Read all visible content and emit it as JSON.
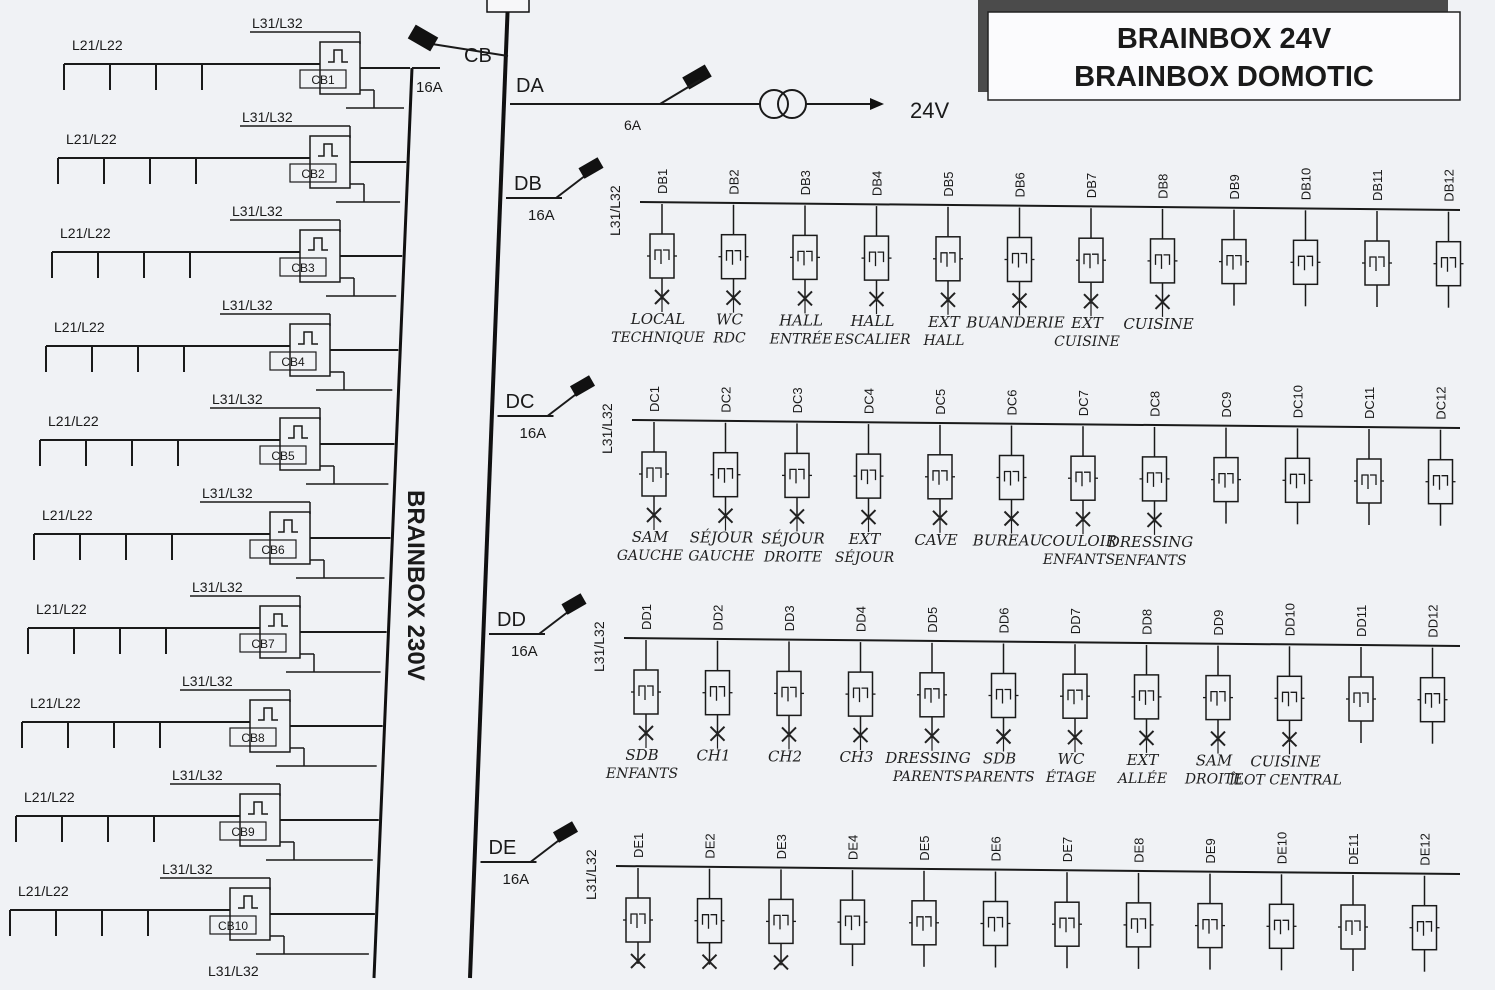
{
  "title_block": {
    "line1": "BRAINBOX 24V",
    "line2": "BRAINBOX DOMOTIC"
  },
  "panel_230v": {
    "label": "BRAINBOX 230V",
    "main_breaker": "CB",
    "main_rating": "16A",
    "bus_label_top": "L31/L32",
    "bus_label_left": "L21/L22",
    "bottom_label": "L31/L32",
    "breakers": [
      "CB1",
      "CB2",
      "CB3",
      "CB4",
      "CB5",
      "CB6",
      "CB7",
      "CB8",
      "CB9",
      "CB10"
    ],
    "row_left_labels": [
      "L21/L22",
      "L21/L22",
      "L21/L22",
      "L21/L22",
      "L21/L22",
      "L21/L22",
      "L21/L22",
      "L21/L22",
      "L21/L22",
      "L21/L22"
    ],
    "row_top_labels": [
      "L31/L32",
      "L31/L32",
      "L31/L32",
      "L31/L32",
      "L31/L32",
      "L31/L32",
      "L31/L32",
      "L31/L32",
      "L31/L32",
      "L31/L32"
    ]
  },
  "supply_24v": {
    "breaker": "DA",
    "rating": "6A",
    "output": "24V"
  },
  "rows": [
    {
      "breaker": "DB",
      "rating": "16A",
      "bus_label": "L31/L32",
      "channels": [
        "DB1",
        "DB2",
        "DB3",
        "DB4",
        "DB5",
        "DB6",
        "DB7",
        "DB8",
        "DB9",
        "DB10",
        "DB11",
        "DB12"
      ],
      "loads": [
        [
          "LOCAL",
          "TECHNIQUE"
        ],
        [
          "WC",
          "RDC"
        ],
        [
          "HALL",
          "ENTRÉE"
        ],
        [
          "HALL",
          "ESCALIER"
        ],
        [
          "EXT",
          "HALL"
        ],
        [
          "BUANDERIE",
          ""
        ],
        [
          "EXT",
          "CUISINE"
        ],
        [
          "CUISINE",
          ""
        ]
      ]
    },
    {
      "breaker": "DC",
      "rating": "16A",
      "bus_label": "L31/L32",
      "channels": [
        "DC1",
        "DC2",
        "DC3",
        "DC4",
        "DC5",
        "DC6",
        "DC7",
        "DC8",
        "DC9",
        "DC10",
        "DC11",
        "DC12"
      ],
      "loads": [
        [
          "SAM",
          "GAUCHE"
        ],
        [
          "SÉJOUR",
          "GAUCHE"
        ],
        [
          "SÉJOUR",
          "DROITE"
        ],
        [
          "EXT",
          "SÉJOUR"
        ],
        [
          "CAVE",
          ""
        ],
        [
          "BUREAU",
          ""
        ],
        [
          "COULOIR",
          "ENFANTS"
        ],
        [
          "DRESSING",
          "ENFANTS"
        ]
      ]
    },
    {
      "breaker": "DD",
      "rating": "16A",
      "bus_label": "L31/L32",
      "channels": [
        "DD1",
        "DD2",
        "DD3",
        "DD4",
        "DD5",
        "DD6",
        "DD7",
        "DD8",
        "DD9",
        "DD10",
        "DD11",
        "DD12"
      ],
      "loads": [
        [
          "SDB",
          "ENFANTS"
        ],
        [
          "CH1",
          ""
        ],
        [
          "CH2",
          ""
        ],
        [
          "CH3",
          ""
        ],
        [
          "DRESSING",
          "PARENTS"
        ],
        [
          "SDB",
          "PARENTS"
        ],
        [
          "WC",
          "ÉTAGE"
        ],
        [
          "EXT",
          "ALLÉE"
        ],
        [
          "SAM",
          "DROITE"
        ],
        [
          "CUISINE",
          "ÎLOT CENTRAL"
        ]
      ]
    },
    {
      "breaker": "DE",
      "rating": "16A",
      "bus_label": "L31/L32",
      "channels": [
        "DE1",
        "DE2",
        "DE3",
        "DE4",
        "DE5",
        "DE6",
        "DE7",
        "DE8",
        "DE9",
        "DE10",
        "DE11",
        "DE12"
      ],
      "loads": []
    }
  ]
}
